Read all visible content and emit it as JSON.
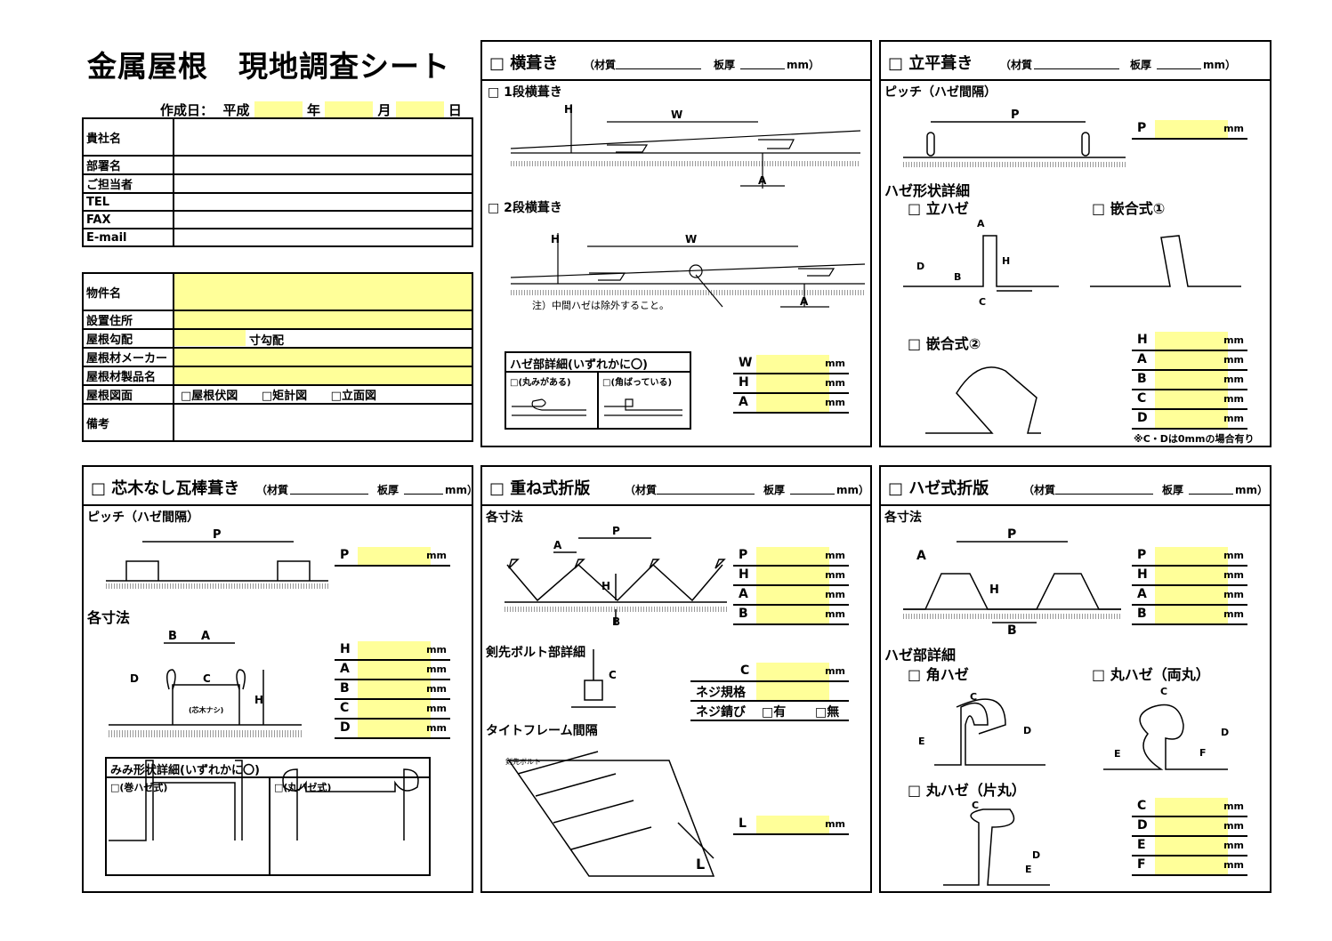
{
  "header": {
    "title": "金属屋根　現地調査シート",
    "date_label": "作成日：",
    "era": "平成",
    "year": "年",
    "month": "月",
    "day": "日"
  },
  "company_table": [
    {
      "label": "貴社名"
    },
    {
      "label": "部署名"
    },
    {
      "label": "ご担当者"
    },
    {
      "label": "TEL"
    },
    {
      "label": "FAX"
    },
    {
      "label": "E-mail"
    }
  ],
  "property_table": {
    "name": "物件名",
    "address": "設置住所",
    "slope": "屋根勾配",
    "slope_unit": "寸勾配",
    "maker": "屋根材メーカー",
    "product": "屋根材製品名",
    "drawing": "屋根図面",
    "drawing_options": [
      "□屋根伏図",
      "□矩計図",
      "□立面図"
    ],
    "notes": "備考"
  },
  "common": {
    "material": "（材質",
    "thickness": "板厚",
    "mm_close": "mm）",
    "mm": "mm"
  },
  "yokobuki": {
    "title": "□ 横葺き",
    "one_step": "□ 1段横葺き",
    "two_step": "□ 2段横葺き",
    "note": "注）中間ハゼは除外すること。",
    "detail_title": "ハゼ部詳細(いずれかに〇)",
    "detail_opts": [
      "□(丸みがある)",
      "□(角ばっている)"
    ],
    "dims": [
      "W",
      "H",
      "A"
    ],
    "fig_labels": {
      "w": "W",
      "h": "H",
      "a": "A"
    }
  },
  "tatehira": {
    "title": "□ 立平葺き",
    "pitch": "ピッチ（ハゼ間隔）",
    "pitch_dim": "P",
    "shape": "ハゼ形状詳細",
    "opt1": "□ 立ハゼ",
    "opt2": "□ 嵌合式①",
    "opt3": "□ 嵌合式②",
    "dims": [
      "H",
      "A",
      "B",
      "C",
      "D"
    ],
    "note": "※C・Dは0mmの場合有り",
    "fig_labels": {
      "p": "P",
      "a": "A",
      "b": "B",
      "c": "C",
      "d": "D",
      "h": "H"
    }
  },
  "kawara": {
    "title": "□ 芯木なし瓦棒葺き",
    "pitch": "ピッチ（ハゼ間隔）",
    "pitch_dim": "P",
    "sizes": "各寸法",
    "dims": [
      "H",
      "A",
      "B",
      "C",
      "D"
    ],
    "core_note": "(芯木ナシ)",
    "mimi_title": "みみ形状詳細(いずれかに〇)",
    "mimi_opts": [
      "□(巻ハゼ式)",
      "□(丸ハゼ式)"
    ],
    "fig_labels": {
      "p": "P",
      "a": "A",
      "b": "B",
      "c": "C",
      "d": "D",
      "h": "H"
    }
  },
  "kasane": {
    "title": "□ 重ね式折版",
    "sizes": "各寸法",
    "dims": [
      "P",
      "H",
      "A",
      "B"
    ],
    "bolt": "剣先ボルト部詳細",
    "bolt_dims": [
      "C"
    ],
    "screw_spec": "ネジ規格",
    "screw_rust": "ネジ錆び",
    "rust_opts": [
      "□有",
      "□無"
    ],
    "frame": "タイトフレーム間隔",
    "frame_dim": "L",
    "bolt_label": "剣先ボルト",
    "fig_labels": {
      "p": "P",
      "a": "A",
      "b": "B",
      "c": "C",
      "h": "H",
      "l": "L"
    }
  },
  "haze_orikata": {
    "title": "□ ハゼ式折版",
    "sizes": "各寸法",
    "dims": [
      "P",
      "H",
      "A",
      "B"
    ],
    "detail": "ハゼ部詳細",
    "opt_kaku": "□ 角ハゼ",
    "opt_ryomaru": "□ 丸ハゼ（両丸）",
    "opt_katamaru": "□ 丸ハゼ（片丸）",
    "detail_dims": [
      "C",
      "D",
      "E",
      "F"
    ],
    "fig_labels": {
      "p": "P",
      "a": "A",
      "b": "B",
      "c": "C",
      "d": "D",
      "e": "E",
      "f": "F",
      "h": "H"
    }
  }
}
